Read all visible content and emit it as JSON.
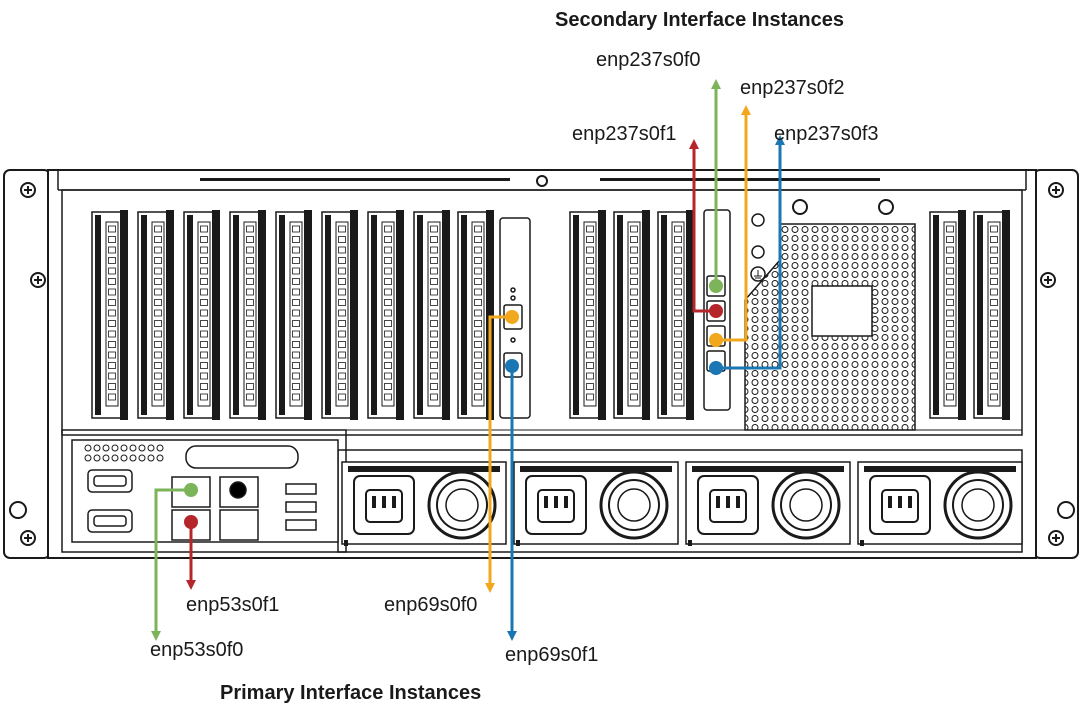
{
  "title_secondary": "Secondary Interface Instances",
  "title_primary": "Primary Interface Instances",
  "colors": {
    "green": "#7cb45a",
    "red": "#b5262a",
    "orange": "#f2a81d",
    "blue": "#1a77b3",
    "outline": "#1a1a1a"
  },
  "interfaces": {
    "enp237s0f0": {
      "label": "enp237s0f0",
      "color": "#7cb45a"
    },
    "enp237s0f1": {
      "label": "enp237s0f1",
      "color": "#b5262a"
    },
    "enp237s0f2": {
      "label": "enp237s0f2",
      "color": "#f2a81d"
    },
    "enp237s0f3": {
      "label": "enp237s0f3",
      "color": "#1a77b3"
    },
    "enp69s0f0": {
      "label": "enp69s0f0",
      "color": "#f2a81d"
    },
    "enp69s0f1": {
      "label": "enp69s0f1",
      "color": "#1a77b3"
    },
    "enp53s0f0": {
      "label": "enp53s0f0",
      "color": "#7cb45a"
    },
    "enp53s0f1": {
      "label": "enp53s0f1",
      "color": "#b5262a"
    }
  }
}
